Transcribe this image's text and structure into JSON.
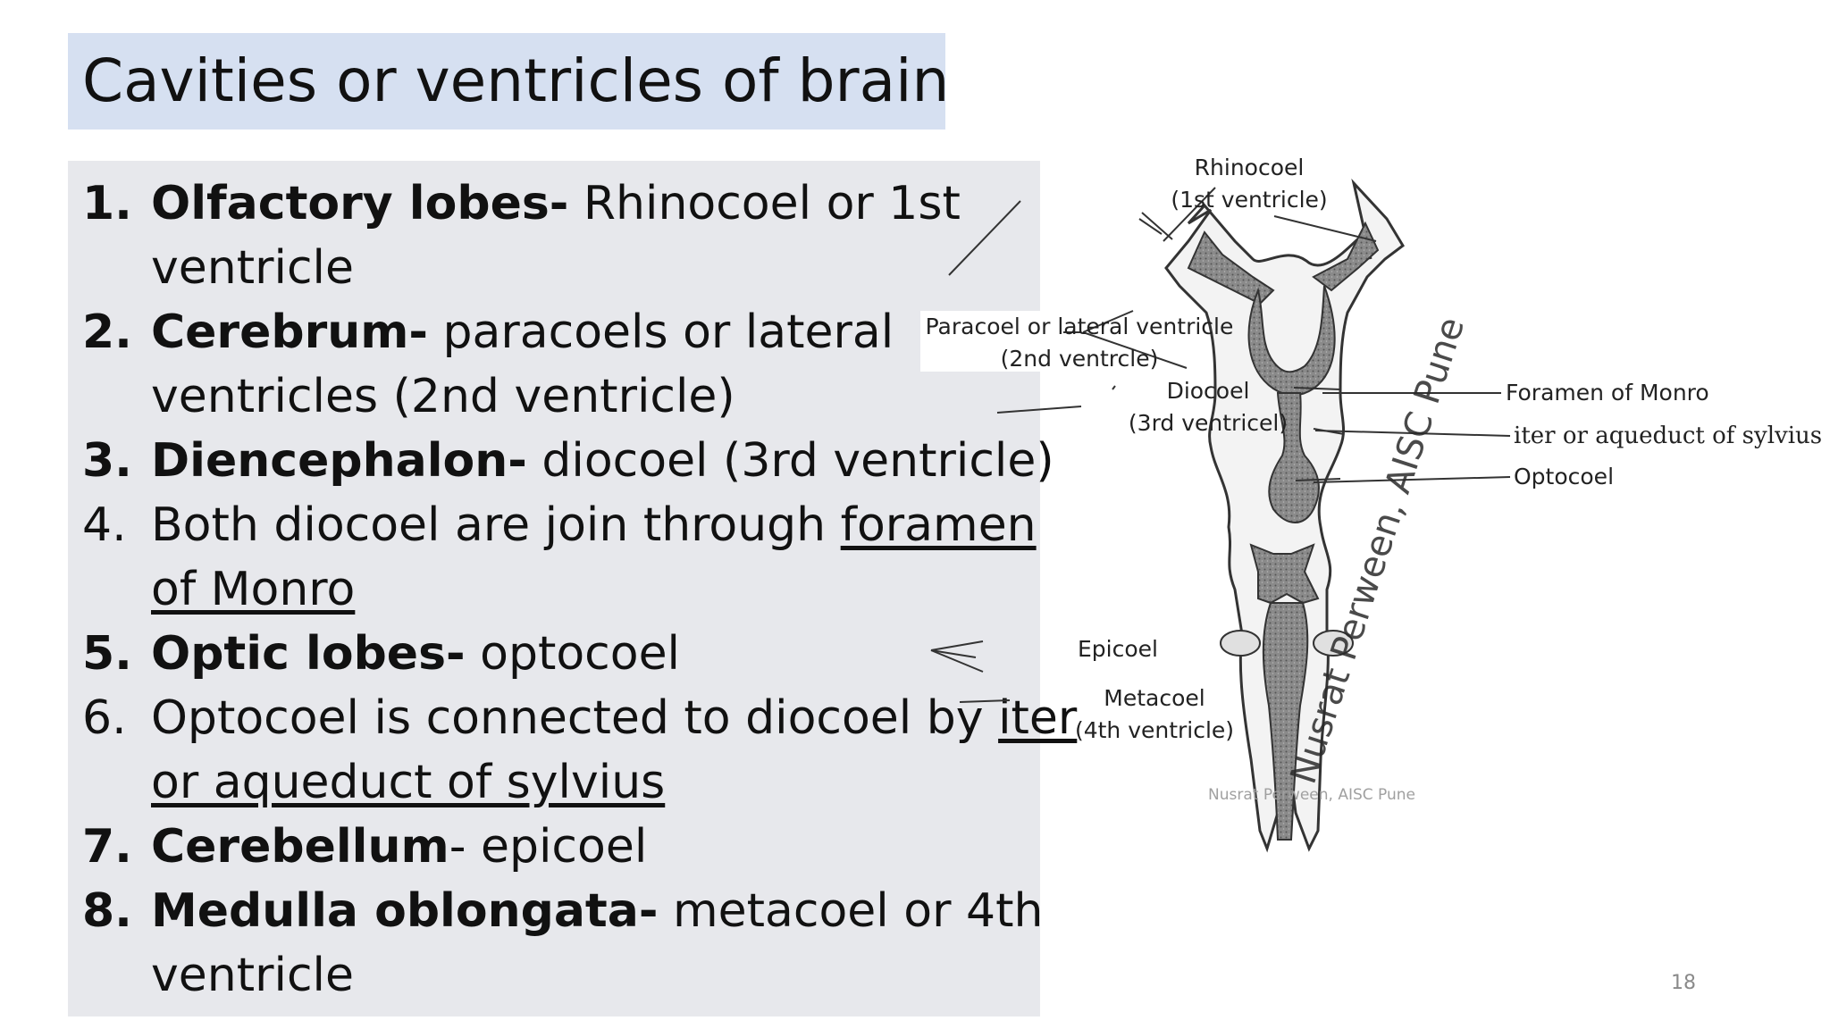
{
  "slide": {
    "title": "Cavities or ventricles of brain",
    "page_number": "18"
  },
  "list": {
    "items": [
      {
        "number": "1.",
        "bold": "Olfactory lobes-",
        "text": " Rhinocoel or 1st",
        "text2": "ventricle"
      },
      {
        "number": "2.",
        "bold": "Cerebrum-",
        "text": " paracoels or lateral",
        "text2": "ventricles (2nd ventricle)"
      },
      {
        "number": "3.",
        "bold": "Diencephalon-",
        "text": " diocoel  (3rd ventricle)"
      },
      {
        "number": "4.",
        "text": "Both diocoel are join through ",
        "underline": "foramen",
        "underline2": "of Monro"
      },
      {
        "number": "5.",
        "bold": "Optic lobes-",
        "text": " optocoel"
      },
      {
        "number": "6.",
        "text": "Optocoel is connected to diocoel by ",
        "underline": "iter",
        "underline2": "or aqueduct of sylvius"
      },
      {
        "number": "7.",
        "bold": "Cerebellum",
        "text": "- epicoel"
      },
      {
        "number": "8.",
        "bold": "Medulla oblongata-",
        "text": " metacoel or 4th",
        "text2": "ventricle"
      }
    ]
  },
  "diagram": {
    "rhinocoel": "Rhinocoel",
    "rhinocoel_sub": "(1st ventricle)",
    "paracoel": "Paracoel or lateral ventricle",
    "paracoel_sub": "(2nd ventrcle)",
    "diocoel": "Diocoel",
    "diocoel_sub": "(3rd ventricel)",
    "foramen": "Foramen of Monro",
    "iter": "iter or aqueduct of sylvius",
    "optocoel": "Optocoel",
    "epicoel": "Epicoel",
    "metacoel": "Metacoel",
    "metacoel_sub": "(4th ventricle)",
    "watermark": "Nusrat Perween, AISC Pune",
    "small_watermark": "Nusrat Perween, AISC Pune"
  }
}
